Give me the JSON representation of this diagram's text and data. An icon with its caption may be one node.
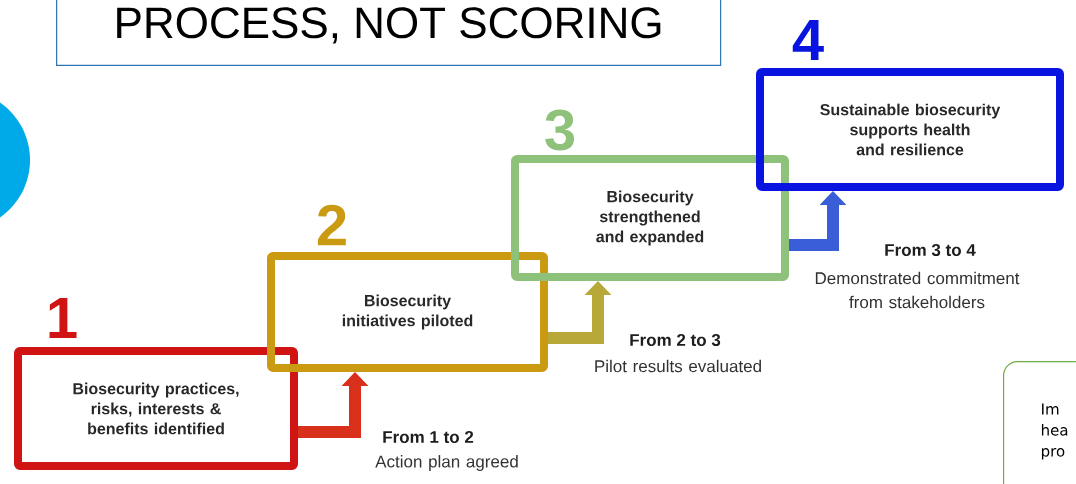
{
  "diagram": {
    "title": "PROCESS, NOT SCORING",
    "nodes": [
      {
        "text": [
          "1",
          "Biosecurity practices, risks, interests & benefits identified"
        ]
      },
      {
        "text": [
          "2",
          "Biosecurity initiatives piloted"
        ]
      },
      {
        "text": [
          "3",
          "Biosecurity strengthened and expanded"
        ]
      },
      {
        "text": [
          "4",
          "Sustainable biosecurity supports health and resilience"
        ]
      },
      {
        "text": [
          "Im hea pro"
        ]
      },
      {
        "text": [],
        "shape": "circle"
      }
    ],
    "edges": [
      {
        "from": 0,
        "to": 1,
        "arrow": "to",
        "label": "From 1 to 2",
        "color": "#d8301a"
      },
      {
        "from": 1,
        "to": 2,
        "arrow": "to",
        "label": "From 2 to 3",
        "color": "#b8a838"
      },
      {
        "from": 2,
        "to": 3,
        "arrow": "to",
        "label": "From 3 to 4",
        "color": "#3a5ed8"
      }
    ],
    "labels": [
      "Action plan agreed",
      "Pilot results evaluated",
      "Demonstrated commitment from stakeholders"
    ]
  }
}
